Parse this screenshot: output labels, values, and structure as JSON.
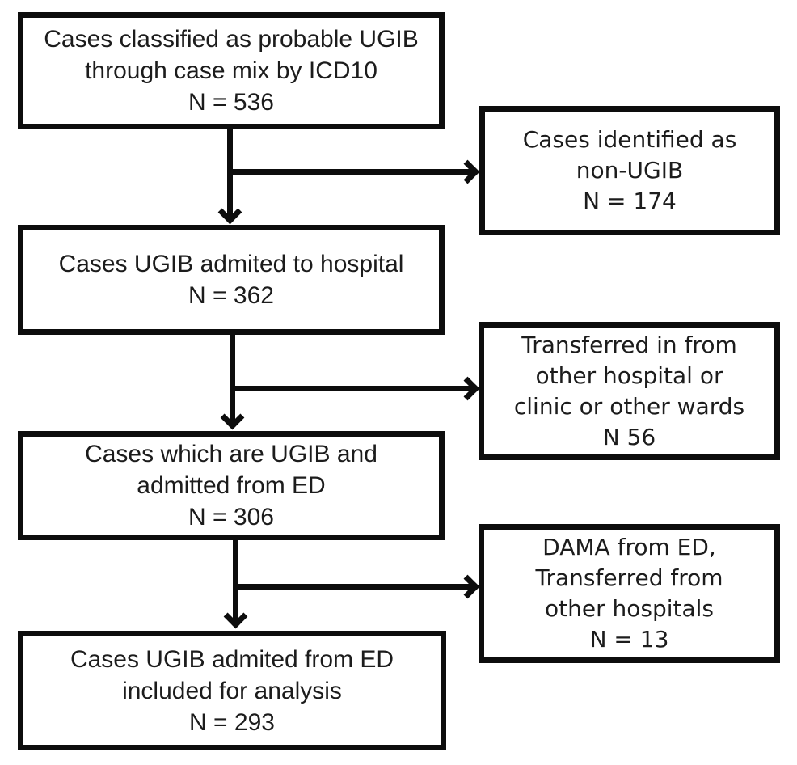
{
  "diagram": {
    "type": "flowchart",
    "main_boxes": [
      {
        "lines": [
          "Cases classified as probable UGIB",
          "through case mix by ICD10",
          "N = 536"
        ]
      },
      {
        "lines": [
          "Cases UGIB admited to hospital",
          "N = 362"
        ]
      },
      {
        "lines": [
          "Cases which are UGIB and",
          "admitted from ED",
          "N = 306"
        ]
      },
      {
        "lines": [
          "Cases UGIB admited from ED",
          "included for analysis",
          "N = 293"
        ]
      }
    ],
    "side_boxes": [
      {
        "lines": [
          "Cases identified as",
          "non-UGIB",
          "N = 174"
        ]
      },
      {
        "lines": [
          "Transferred in from",
          "other hospital or",
          "clinic or other wards",
          "N 56"
        ]
      },
      {
        "lines": [
          "DAMA from ED,",
          "Transferred from",
          "other hospitals",
          "N = 13"
        ]
      }
    ],
    "colors": {
      "line": "#0d0d0d",
      "text": "#1c1c1c",
      "background": "#ffffff"
    }
  }
}
